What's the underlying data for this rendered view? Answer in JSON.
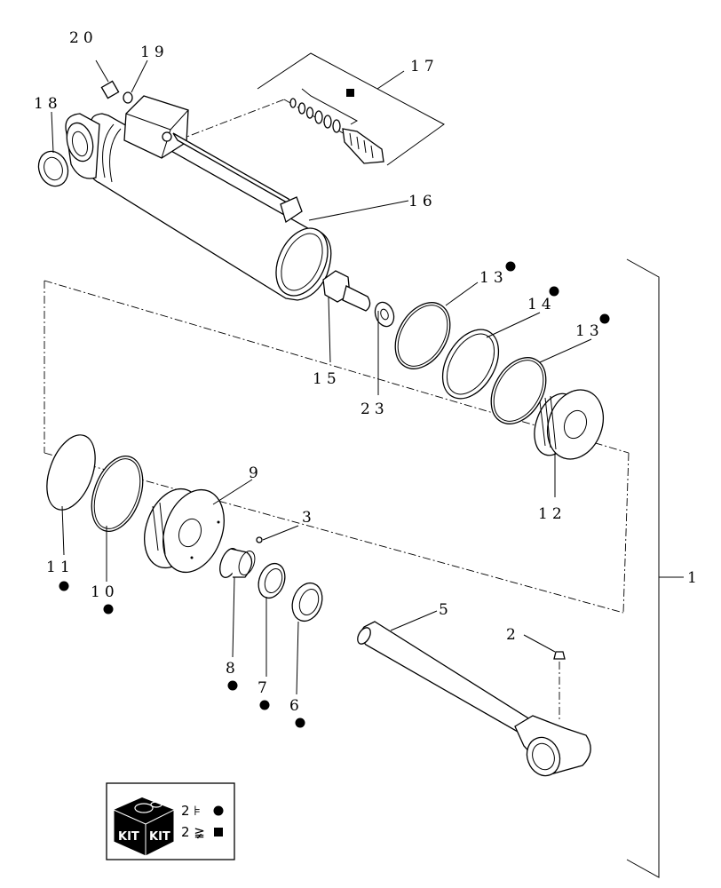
{
  "callouts": {
    "c1": "1",
    "c2": "2",
    "c3": "3",
    "c5": "5",
    "c6": "6",
    "c7": "7",
    "c8": "8",
    "c9": "9",
    "c10": "10",
    "c11": "11",
    "c12": "12",
    "c13a": "13",
    "c13b": "13",
    "c14": "14",
    "c15": "15",
    "c16": "16",
    "c17": "17",
    "c18": "18",
    "c19": "19",
    "c20": "20",
    "c23": "23"
  },
  "kit_legend": {
    "logo_left": "KIT",
    "logo_right": "KIT",
    "row1": "2 ⊧",
    "row2": "2 ≩"
  },
  "icons": {
    "kit_marker": "filled-circle",
    "subkit_marker": "filled-square",
    "kit_logo": "kit-box-icon"
  }
}
